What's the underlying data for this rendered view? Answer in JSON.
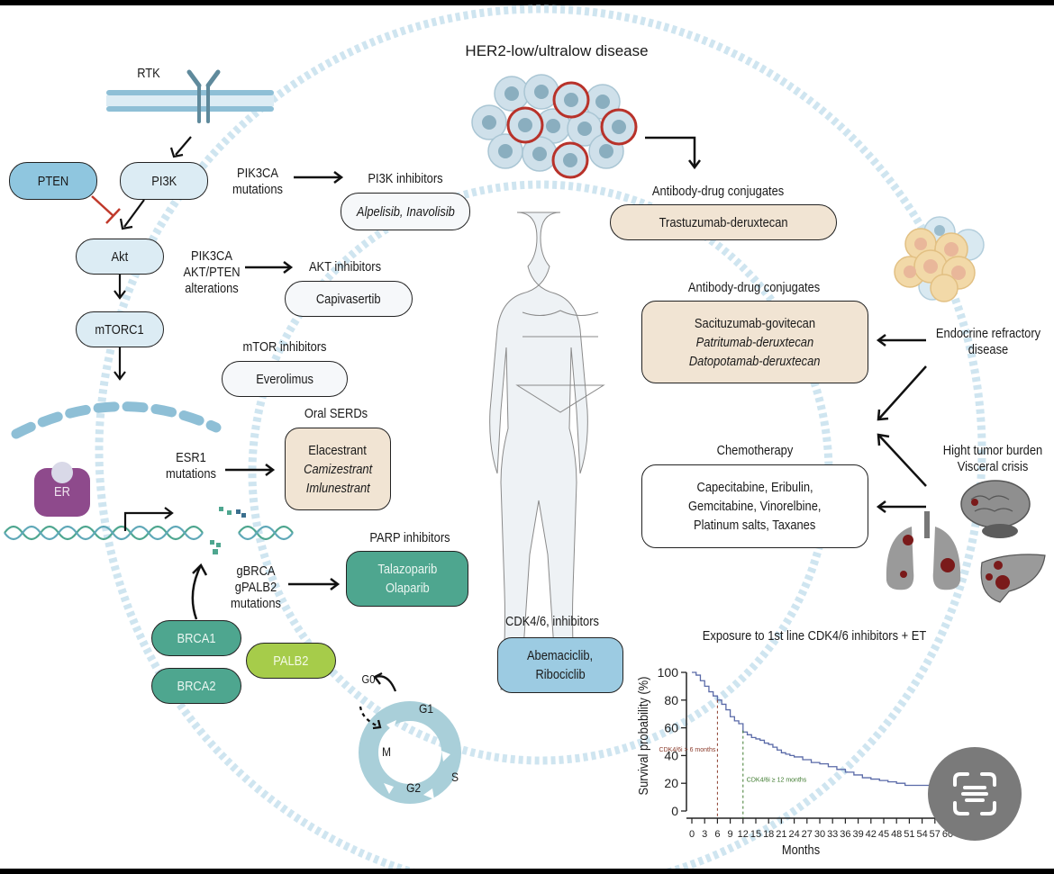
{
  "diagram": {
    "pathway": {
      "rtk_label": "RTK",
      "pten_label": "PTEN",
      "pi3k_label": "PI3K",
      "akt_label": "Akt",
      "mtorc1_label": "mTORC1",
      "er_label": "ER"
    },
    "alterations": {
      "pik3ca": [
        "PIK3CA",
        "mutations"
      ],
      "pik3ca_akt_pten": [
        "PIK3CA",
        "AKT/PTEN",
        "alterations"
      ],
      "esr1": [
        "ESR1",
        "mutations"
      ],
      "gbrca": [
        "gBRCA",
        "gPALB2",
        "mutations"
      ]
    },
    "therapies": {
      "pi3k": {
        "title": "PI3K inhibitors",
        "drugs": [
          "Alpelisib, Inavolisib"
        ]
      },
      "akt": {
        "title": "AKT inhibitors",
        "drugs": [
          "Capivasertib"
        ]
      },
      "mtor": {
        "title": "mTOR inhibitors",
        "drugs": [
          "Everolimus"
        ]
      },
      "serd": {
        "title": "Oral SERDs",
        "drugs": [
          "Elacestrant",
          "Camizestrant",
          "Imlunestrant"
        ]
      },
      "parp": {
        "title": "PARP inhibitors",
        "drugs": [
          "Talazoparib",
          "Olaparib"
        ]
      },
      "cdk": {
        "title": "CDK4/6, inhibitors",
        "drugs": [
          "Abemaciclib,",
          "Ribociclib"
        ]
      },
      "adc_her2": {
        "title": "Antibody-drug conjugates",
        "drugs": [
          "Trastuzumab-deruxtecan"
        ]
      },
      "adc_refractory": {
        "title": "Antibody-drug conjugates",
        "drugs": [
          "Sacituzumab-govitecan",
          "Patritumab-deruxtecan",
          "Datopotamab-deruxtecan"
        ]
      },
      "chemo": {
        "title": "Chemotherapy",
        "drugs": [
          "Capecitabine, Eribulin,",
          "Gemcitabine, Vinorelbine,",
          "Platinum salts, Taxanes"
        ]
      }
    },
    "genes": {
      "brca1": "BRCA1",
      "brca2": "BRCA2",
      "palb2": "PALB2"
    },
    "cell_cycle": {
      "g0": "G0",
      "g1": "G1",
      "s": "S",
      "g2": "G2",
      "m": "M"
    },
    "disease_states": {
      "her2": "HER2-low/ultralow disease",
      "endocrine": [
        "Endocrine refractory",
        "disease"
      ],
      "burden": [
        "Hight tumor burden",
        "Visceral crisis"
      ]
    },
    "colors": {
      "accent_blue": "#8fc6df",
      "teal": "#4ea68f",
      "lime": "#a6cc4a",
      "beige": "#f1e4d3",
      "her2_ring": "#b8322a",
      "er_purple": "#8e4a8c",
      "km_line": "#5a6aa8"
    }
  },
  "chart_data": {
    "type": "line",
    "title": "Exposure to 1st line CDK4/6 inhibitors + ET",
    "xlabel": "Months",
    "ylabel": "Survival probability (%)",
    "xlim": [
      0,
      60
    ],
    "ylim": [
      0,
      100
    ],
    "xticks": [
      0,
      3,
      6,
      9,
      12,
      15,
      18,
      21,
      24,
      27,
      30,
      33,
      36,
      39,
      42,
      45,
      48,
      51,
      54,
      57,
      60
    ],
    "yticks": [
      0,
      20,
      40,
      60,
      80,
      100
    ],
    "grid": false,
    "series": [
      {
        "name": "KM curve",
        "step": true,
        "x": [
          0,
          1,
          2,
          3,
          4,
          5,
          6,
          7,
          8,
          9,
          10,
          11,
          12,
          13,
          14,
          15,
          16,
          17,
          18,
          19,
          20,
          21,
          22,
          23,
          24,
          26,
          28,
          30,
          32,
          34,
          36,
          38,
          40,
          42,
          44,
          46,
          48,
          50,
          52,
          54,
          56,
          58,
          60
        ],
        "y": [
          100,
          98,
          94,
          90,
          86,
          83,
          80,
          77,
          73,
          68,
          65,
          63,
          57,
          55,
          53,
          52,
          51,
          49,
          48,
          46,
          44,
          42,
          41,
          40,
          39,
          37,
          35,
          34,
          32,
          30,
          28,
          26,
          24,
          23,
          22,
          21,
          20,
          18.5,
          18.5,
          18.5,
          18.5,
          18.5,
          18.5
        ]
      }
    ],
    "annotations": [
      {
        "x": 6,
        "text": "CDK4/6i > 6 months",
        "color": "#8a3a2a"
      },
      {
        "x": 12,
        "text": "CDK4/6i ≥ 12 months",
        "color": "#3e7a2e"
      }
    ]
  },
  "overlay": {
    "scan_button": "scan-text-icon"
  }
}
